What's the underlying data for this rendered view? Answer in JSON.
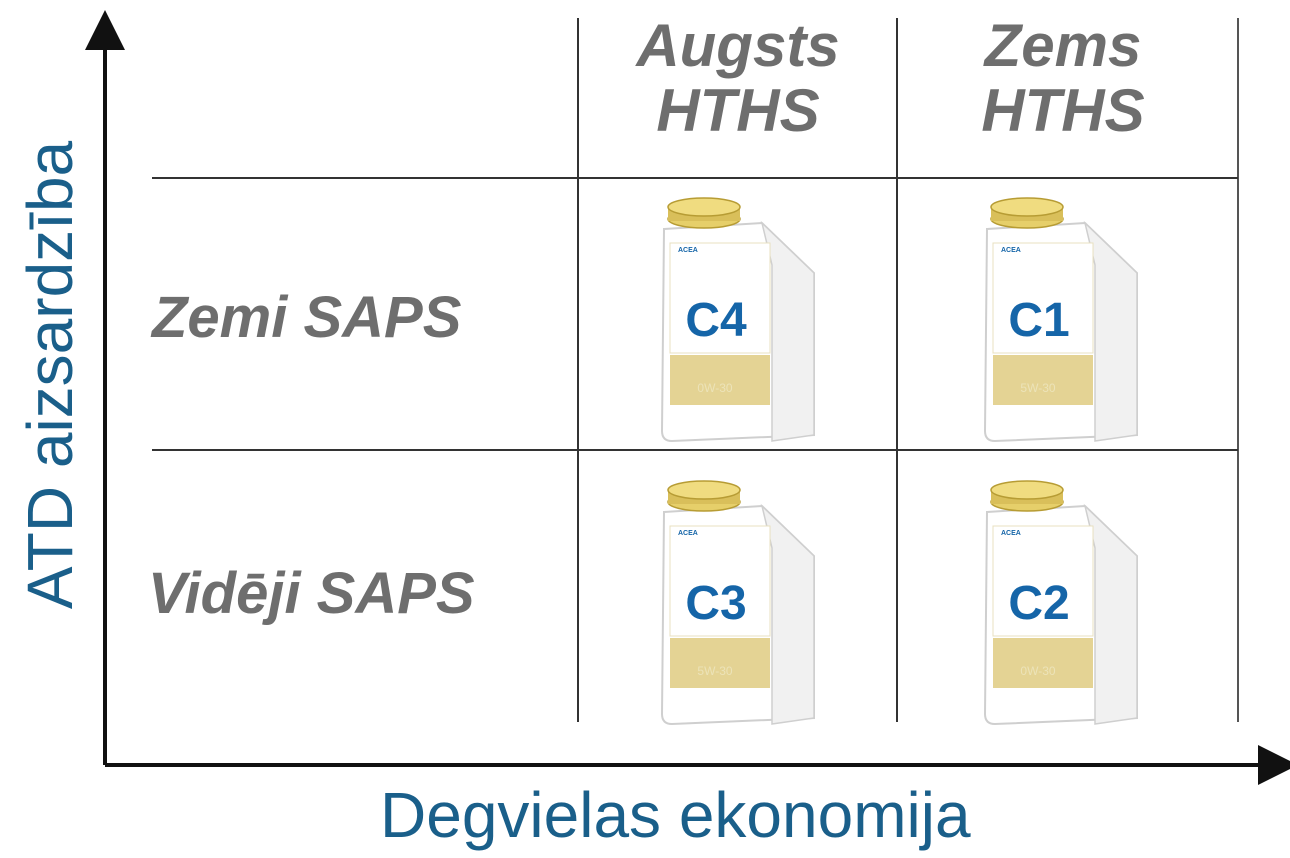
{
  "axes": {
    "y_label": "ATD aizsardzība",
    "x_label": "Degvielas ekonomija"
  },
  "columns": [
    {
      "line1": "Augsts",
      "line2": "HTHS"
    },
    {
      "line1": "Zems",
      "line2": "HTHS"
    }
  ],
  "rows": [
    {
      "label": "Zemi SAPS"
    },
    {
      "label": "Vidēji SAPS"
    }
  ],
  "cells": [
    {
      "code": "C4",
      "brand": "ACEA",
      "grade": "0W-30"
    },
    {
      "code": "C1",
      "brand": "ACEA",
      "grade": "5W-30"
    },
    {
      "code": "C3",
      "brand": "ACEA",
      "grade": "5W-30"
    },
    {
      "code": "C2",
      "brand": "ACEA",
      "grade": "0W-30"
    }
  ],
  "colors": {
    "axis_label": "#1a5f8a",
    "header_text": "#6e6e6e",
    "bottle_code": "#1565a8",
    "cap": "#d9bf5a",
    "label_band": "#e4d394",
    "grid_line": "#333333"
  },
  "icons": {
    "bottle": "oil-bottle-icon"
  }
}
